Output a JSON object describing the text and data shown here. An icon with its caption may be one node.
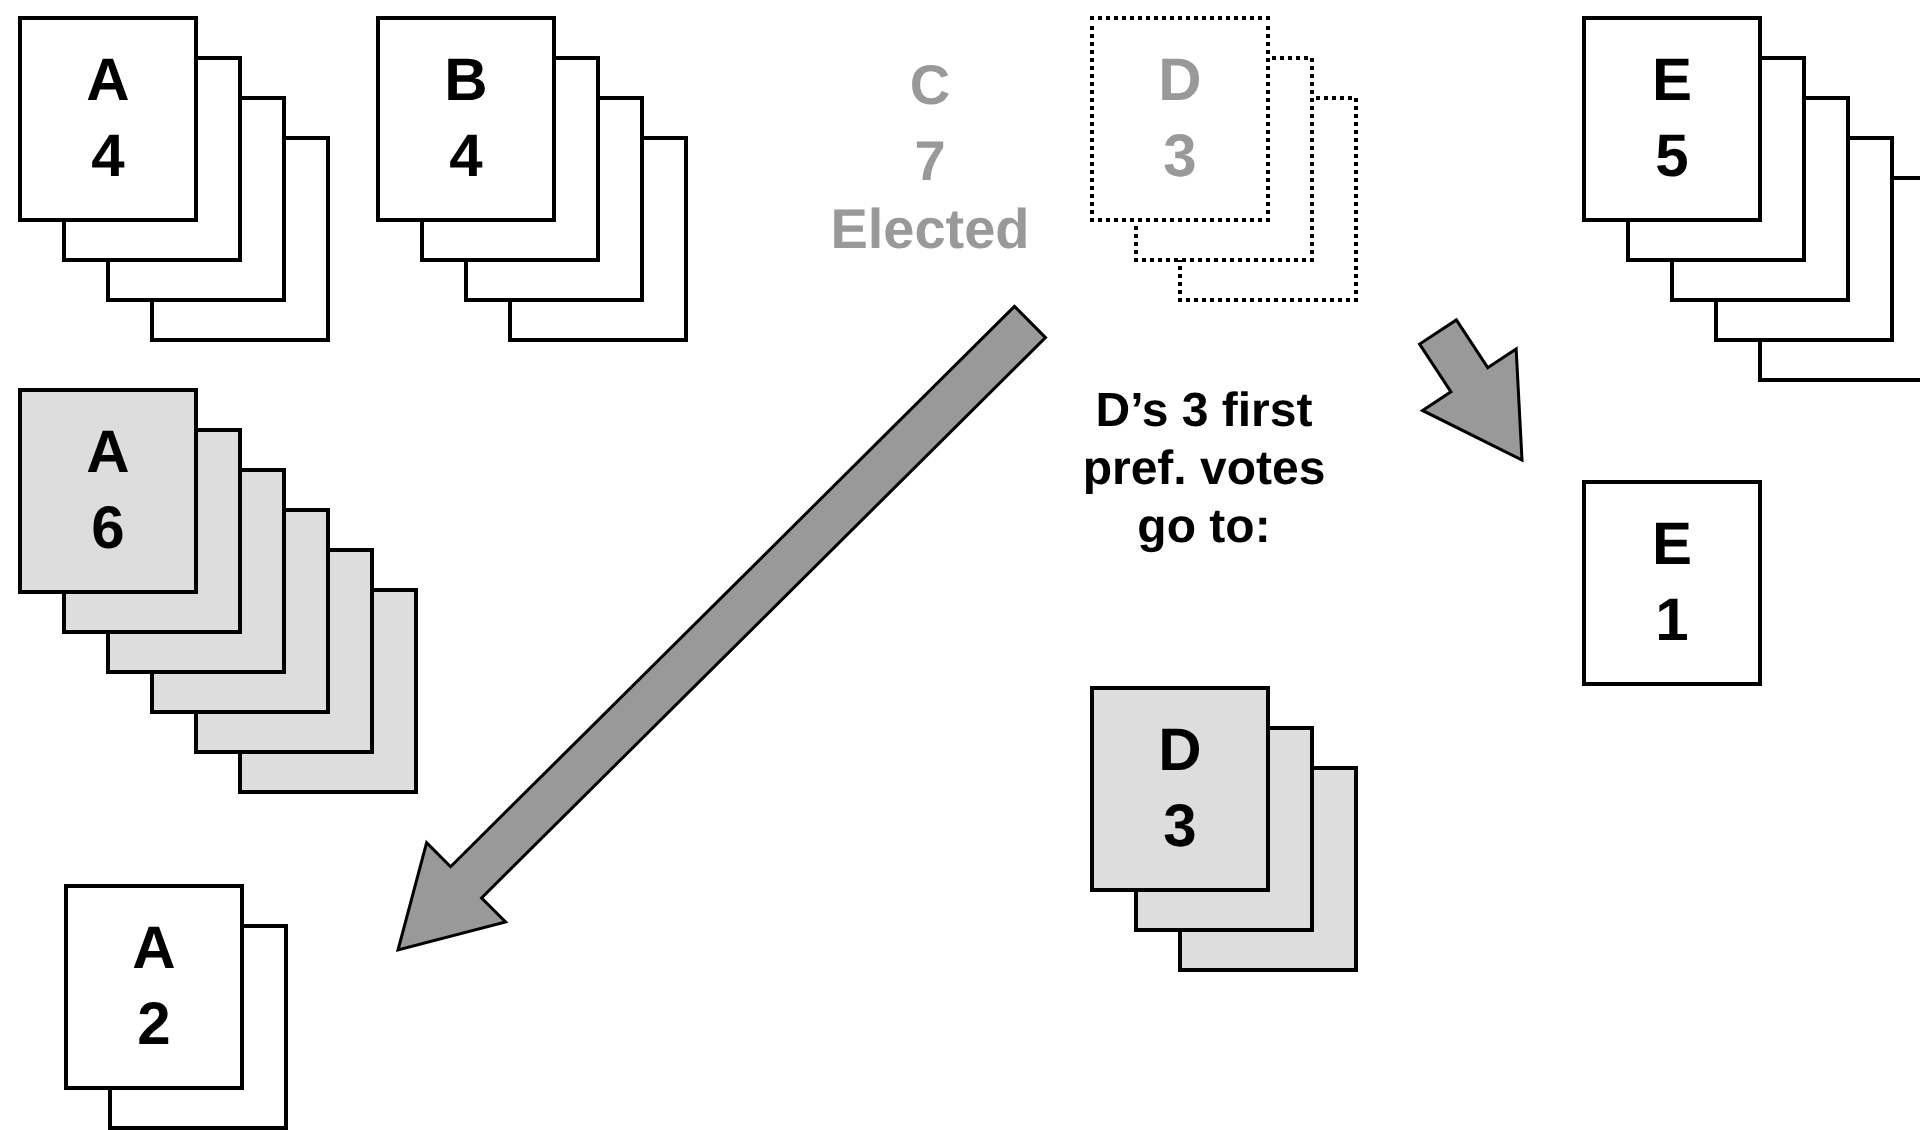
{
  "diagram": {
    "nodes": [
      {
        "text": [
          "A",
          "4"
        ]
      },
      {
        "text": [
          "B",
          "4"
        ]
      },
      {
        "text": [
          "D",
          "3"
        ]
      },
      {
        "text": [
          "E",
          "5"
        ]
      },
      {
        "text": [
          "A",
          "6"
        ]
      },
      {
        "text": [
          "E",
          "1"
        ]
      },
      {
        "text": [
          "D",
          "3"
        ]
      },
      {
        "text": [
          "A",
          "2"
        ]
      }
    ],
    "edges": [
      {
        "from": 2,
        "to": 7,
        "arrow": "to",
        "style": "thick"
      },
      {
        "from": 2,
        "to": 5,
        "arrow": "to",
        "style": "thick"
      }
    ],
    "labels": [
      "C",
      "7",
      "Elected",
      "D’s 3 first pref. votes go to:"
    ]
  }
}
